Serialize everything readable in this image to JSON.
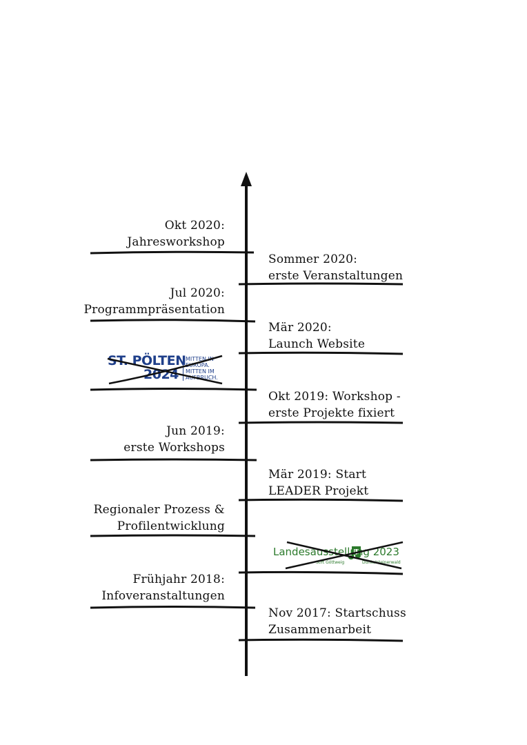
{
  "left_events": [
    {
      "line1": "Okt 2020:",
      "line2": "Jahresworkshop"
    },
    {
      "line1": "Jul 2020:",
      "line2": "Programmpräsentation"
    },
    {
      "line1": "Jun 2019:",
      "line2": "erste Workshops"
    },
    {
      "line1": "Regionaler Prozess &",
      "line2": "Profilentwicklung"
    },
    {
      "line1": "Frühjahr 2018:",
      "line2": "Infoveranstaltungen"
    }
  ],
  "right_events": [
    {
      "line1": "Sommer 2020:",
      "line2": "erste Veranstaltungen"
    },
    {
      "line1": "Mär 2020:",
      "line2": "Launch Website"
    },
    {
      "line1": "Okt 2019: Workshop -",
      "line2": "erste Projekte fixiert"
    },
    {
      "line1": "Mär 2019: Start",
      "line2": "LEADER Projekt"
    },
    {
      "line1": "Nov 2017: Startschuss",
      "line2": "Zusammenarbeit"
    }
  ],
  "logos": {
    "st_poelten": {
      "main": "ST. PÖLTEN",
      "year": "2024",
      "tagline": [
        "MITTEN IN",
        "EUROPA.",
        "MITTEN IM",
        "AUFBRUCH."
      ],
      "color": "#1f3f8a",
      "crossed_out": true
    },
    "landesausstellung": {
      "main": "Landesausstellung 2023",
      "sub_left": "Stift Göttweig",
      "sub_right": "Dunkelsteinerwald",
      "color": "#2c7a2c",
      "crossed_out": true
    }
  },
  "colors": {
    "line": "#111111",
    "text": "#111111"
  }
}
